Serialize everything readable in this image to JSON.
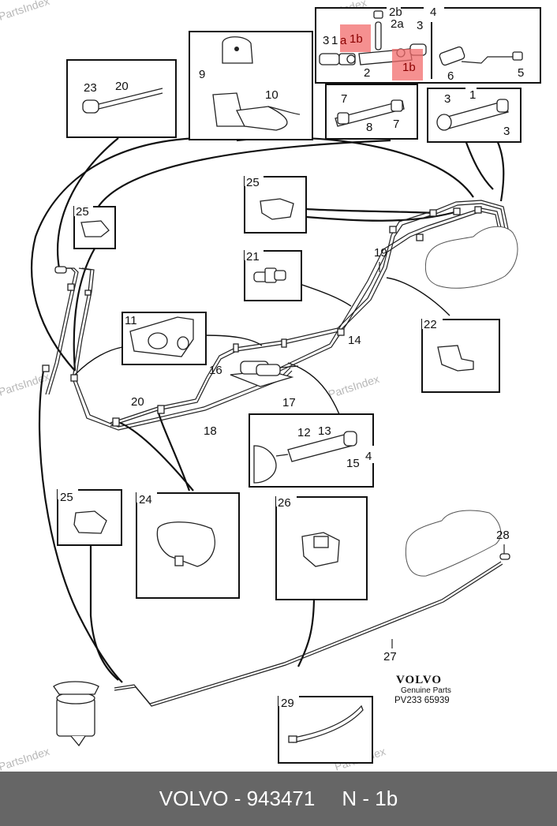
{
  "diagram": {
    "title": "Volvo fuel line parts diagram",
    "highlight_color": "#f26b6b",
    "watermark": "PartsIndex",
    "callouts": {
      "c1": "1",
      "c1b_a": "1b",
      "c1b_b": "1b",
      "c1a": "1",
      "c_a": "a",
      "c2": "2",
      "c2a": "2a",
      "c2b": "2b",
      "c3a": "3",
      "c3b": "3",
      "c3c": "3",
      "c3d": "3",
      "c4a": "4",
      "c4b": "4",
      "c5": "5",
      "c6": "6",
      "c7a": "7",
      "c7b": "7",
      "c8": "8",
      "c9": "9",
      "c10": "10",
      "c11": "11",
      "c12": "12",
      "c13": "13",
      "c14": "14",
      "c15": "15",
      "c16": "16",
      "c17": "17",
      "c18": "18",
      "c19": "19",
      "c20a": "20",
      "c20b": "20",
      "c21": "21",
      "c22": "22",
      "c23": "23",
      "c24": "24",
      "c25a": "25",
      "c25b": "25",
      "c25c": "25",
      "c26": "26",
      "c27": "27",
      "c28": "28",
      "c29": "29"
    },
    "brand": {
      "logo": "VOLVO",
      "subtitle": "Genuine Parts",
      "code": "PV233 65939"
    }
  },
  "footer": {
    "brand": "VOLVO",
    "separator": "-",
    "part_number": "943471",
    "position_label": "N",
    "position_value": "1b"
  }
}
